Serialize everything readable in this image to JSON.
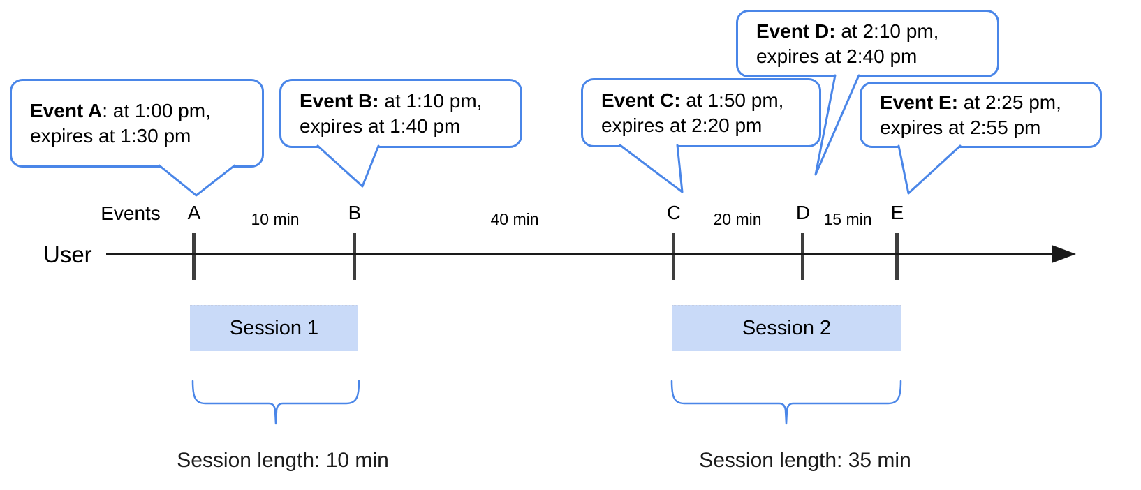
{
  "timeline": {
    "user_label": "User",
    "events_label": "Events"
  },
  "events": [
    {
      "label": "A",
      "callout_bold": "Event A",
      "callout_rest": ": at 1:00 pm,",
      "callout_line2": "expires at 1:30 pm"
    },
    {
      "label": "B",
      "callout_bold": "Event B:",
      "callout_rest": " at 1:10 pm,",
      "callout_line2": "expires at 1:40 pm"
    },
    {
      "label": "C",
      "callout_bold": "Event C:",
      "callout_rest": " at 1:50 pm,",
      "callout_line2": "expires at 2:20 pm"
    },
    {
      "label": "D",
      "callout_bold": "Event D:",
      "callout_rest": " at 2:10 pm,",
      "callout_line2": "expires at 2:40 pm"
    },
    {
      "label": "E",
      "callout_bold": "Event E:",
      "callout_rest": " at 2:25 pm,",
      "callout_line2": "expires at 2:55 pm"
    }
  ],
  "intervals": [
    {
      "label": "10 min"
    },
    {
      "label": "40 min"
    },
    {
      "label": "20 min"
    },
    {
      "label": "15 min"
    }
  ],
  "sessions": [
    {
      "bar_label": "Session 1",
      "length_label": "Session length: 10 min"
    },
    {
      "bar_label": "Session 2",
      "length_label": "Session length: 35 min"
    }
  ],
  "colors": {
    "accent_blue": "#4a86e8",
    "session_fill": "#c9daf8",
    "tick_gray": "#3e3e3e",
    "timeline_black": "#1a1a1a",
    "text_black": "#000000"
  }
}
